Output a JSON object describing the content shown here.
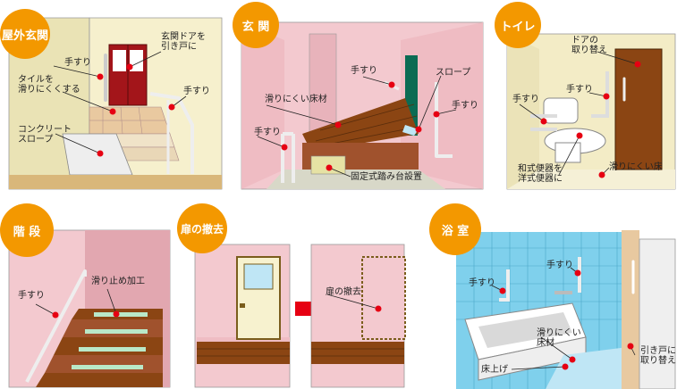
{
  "colors": {
    "accent": "#f39800",
    "marker": "#e60012",
    "wall_pink": "#f3c9cf",
    "floor_brown": "#8b4513",
    "tile_blue": "#7fd0ec",
    "cream": "#f3ecc6"
  },
  "panels": [
    {
      "id": "outdoor",
      "title": "屋外玄関",
      "labels": [
        "手すり",
        "タイルを\n滑りにくくする",
        "玄関ドアを\n引き戸に",
        "手すり",
        "コンクリート\nスロープ"
      ]
    },
    {
      "id": "entrance",
      "title": "玄 関",
      "labels": [
        "手すり",
        "スロープ",
        "滑りにくい床材",
        "手すり",
        "手すり",
        "固定式踏み台設置"
      ]
    },
    {
      "id": "toilet",
      "title": "トイレ",
      "labels": [
        "ドアの\n取り替え",
        "手すり",
        "手すり",
        "和式便器を\n洋式便器に",
        "滑りにくい床"
      ]
    },
    {
      "id": "stairs",
      "title": "階 段",
      "labels": [
        "滑り止め加工",
        "手すり"
      ]
    },
    {
      "id": "door",
      "title": "扉の撤去",
      "labels": [
        "扉の撤去"
      ]
    },
    {
      "id": "bath",
      "title": "浴 室",
      "labels": [
        "手すり",
        "手すり",
        "滑りにくい\n床材",
        "床上げ",
        "引き戸に\n取り替え"
      ]
    }
  ]
}
